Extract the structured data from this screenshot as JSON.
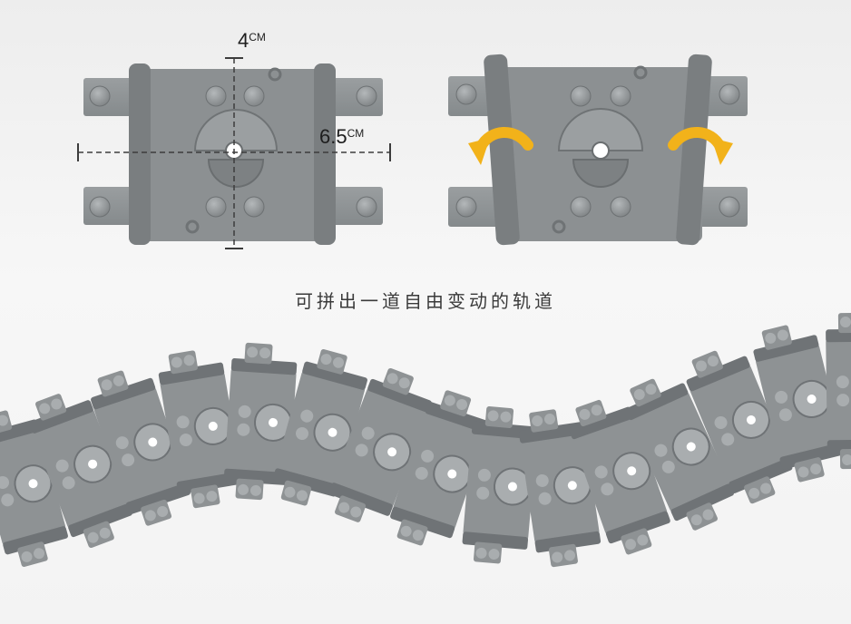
{
  "dimensions": {
    "height_value": "4",
    "width_value": "6.5",
    "unit": "CM"
  },
  "caption": "可拼出一道自由变动的轨道",
  "colors": {
    "track_gray": "#8e9294",
    "track_dark": "#6f7376",
    "track_light": "#a9adaf",
    "arrow_yellow": "#f2b21a",
    "text": "#3a3a3a"
  },
  "icons": {
    "rotate_left": "curved-arrow-left-icon",
    "rotate_right": "curved-arrow-right-icon"
  }
}
